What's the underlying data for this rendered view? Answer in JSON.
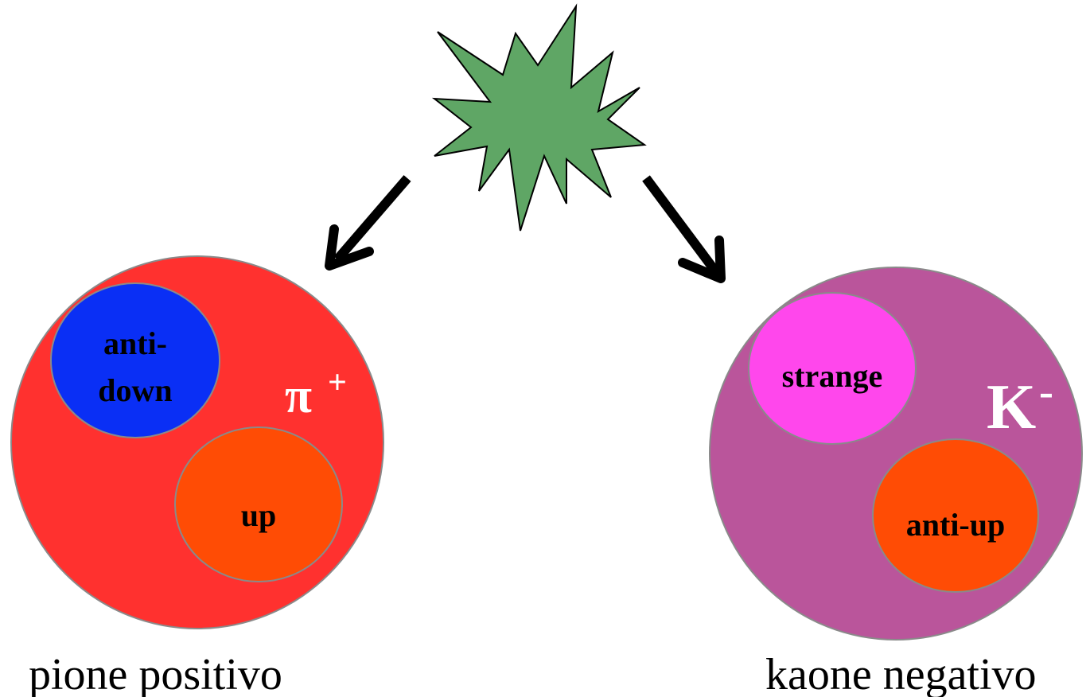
{
  "colors": {
    "burst": "#5fa665",
    "pion_body": "#ff312f",
    "anti_down": "#0a2ff5",
    "up": "#ff4c05",
    "kaon_body": "#ba559b",
    "strange": "#ff47ec",
    "anti_up": "#ff4c05",
    "outline": "#8a8a8a",
    "arrow": "#000000"
  },
  "pion": {
    "symbol": "π",
    "charge": "+",
    "caption": "pione positivo",
    "quark_a_line1": "anti-",
    "quark_a_line2": "down",
    "quark_b": "up"
  },
  "kaon": {
    "symbol": "K",
    "charge": "-",
    "caption": "kaone negativo",
    "quark_a": "strange",
    "quark_b": "anti-up"
  }
}
